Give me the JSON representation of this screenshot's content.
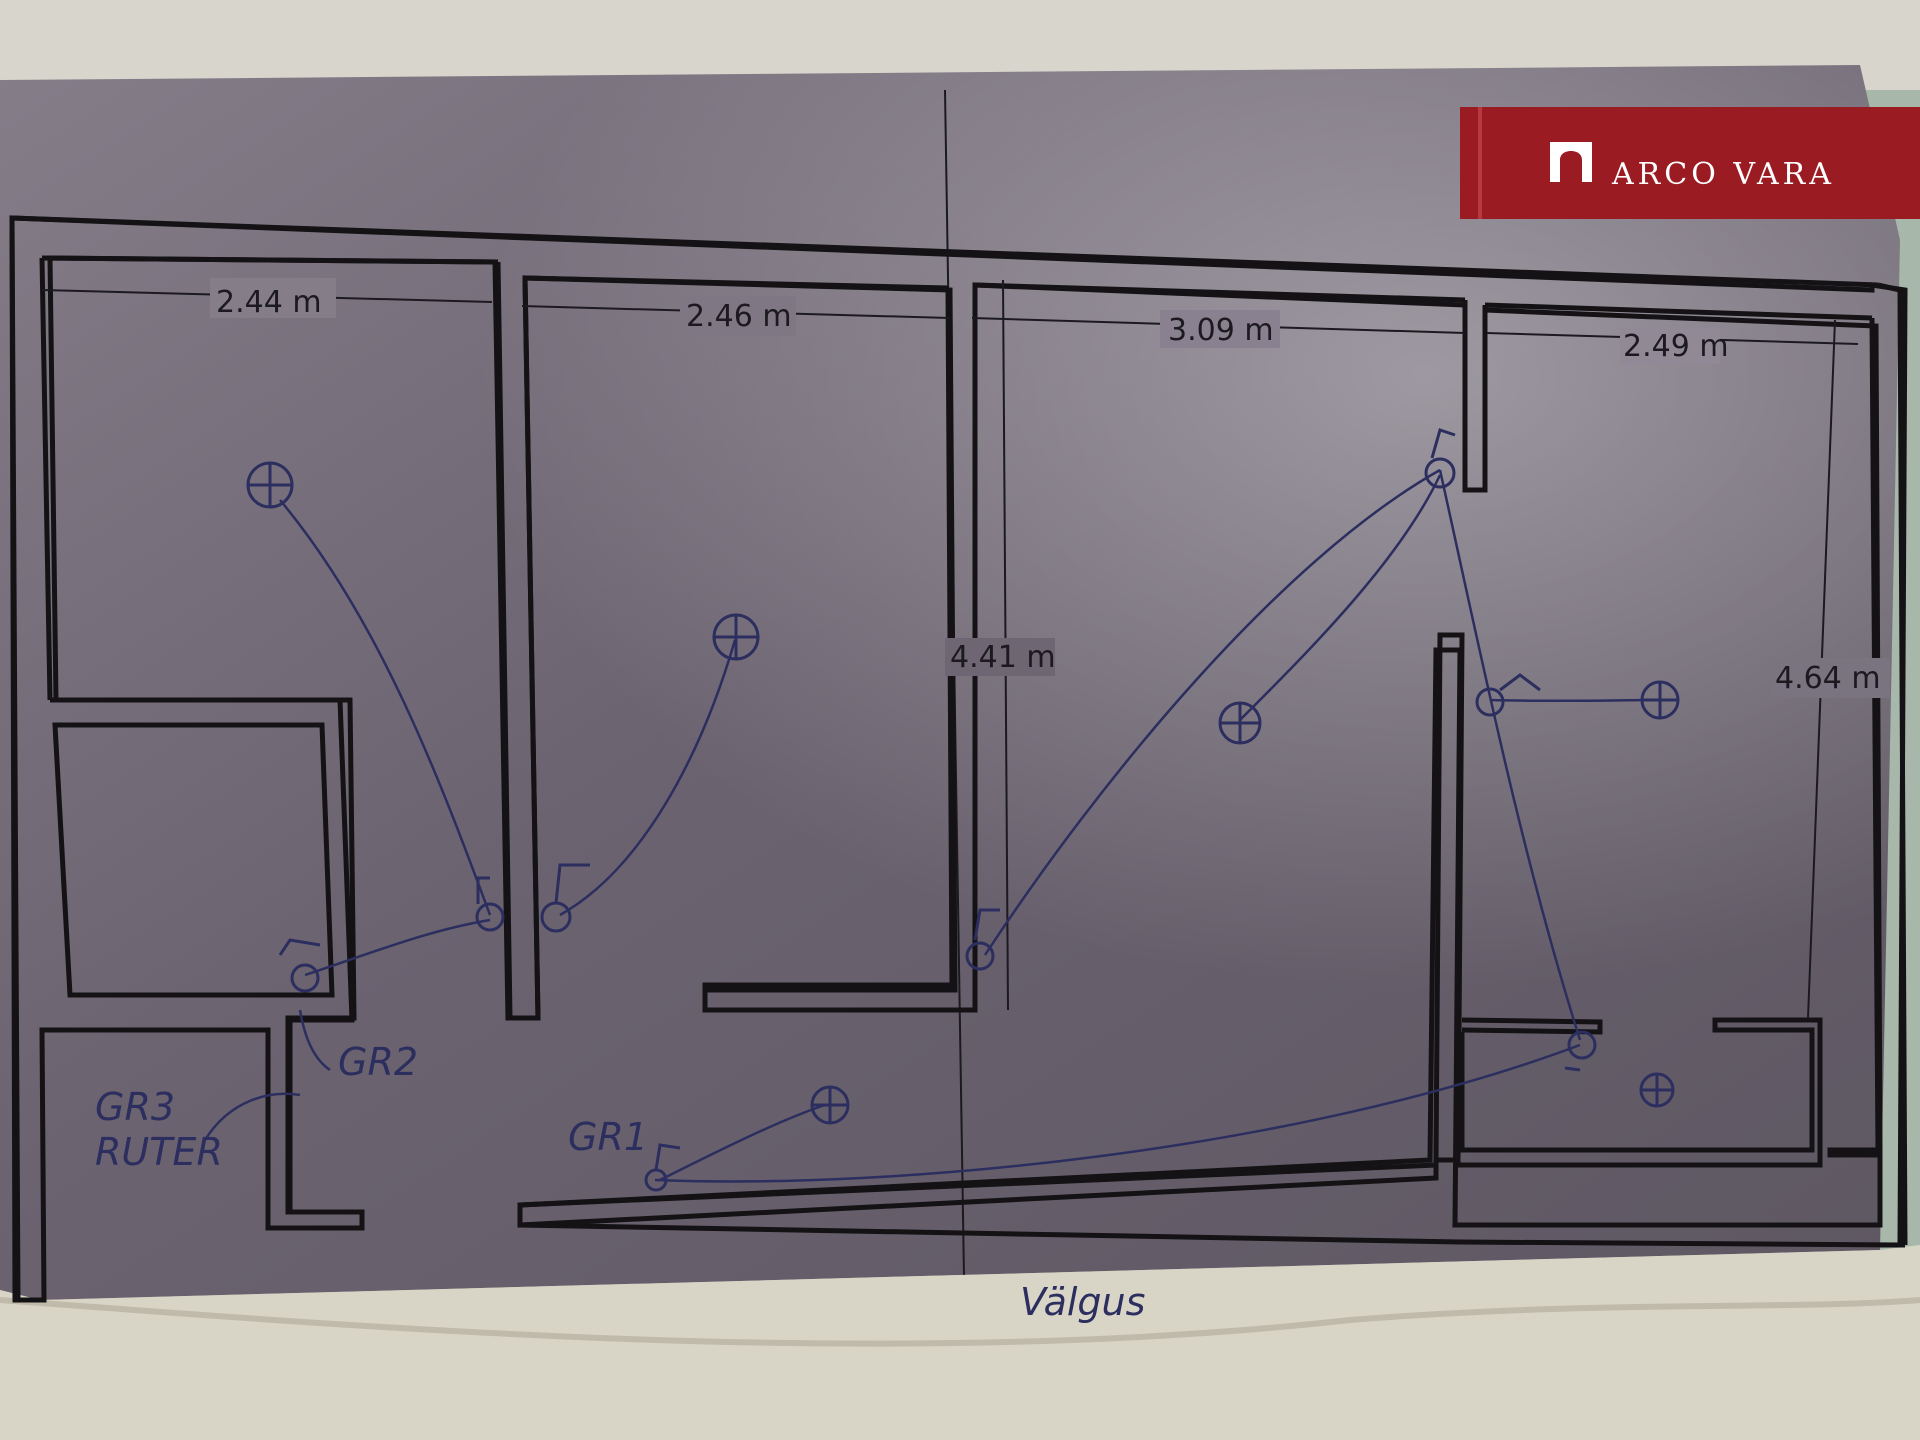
{
  "brand": {
    "name": "ARCO VARA",
    "colors": {
      "banner": "#9b1b22",
      "logo": "#ffffff"
    },
    "icon": "arch-logo-icon"
  },
  "floor_plan": {
    "dimensions": [
      "2.44 m",
      "2.46 m",
      "3.09 m",
      "2.49 m",
      "4.41 m",
      "4.64 m"
    ],
    "handwritten": {
      "gr1": "GR1",
      "gr2": "GR2",
      "gr3": "GR3",
      "router": "RUTER",
      "bottom": "Välgus"
    },
    "symbols": {
      "ceiling_light": "crossed-circle-icon",
      "switch": "switch-icon",
      "socket": "socket-icon"
    },
    "colors": {
      "paper": "#6e6672",
      "walls": "#141215",
      "pen": "#2b2e5e",
      "wall_fill": "#a79fab"
    }
  }
}
